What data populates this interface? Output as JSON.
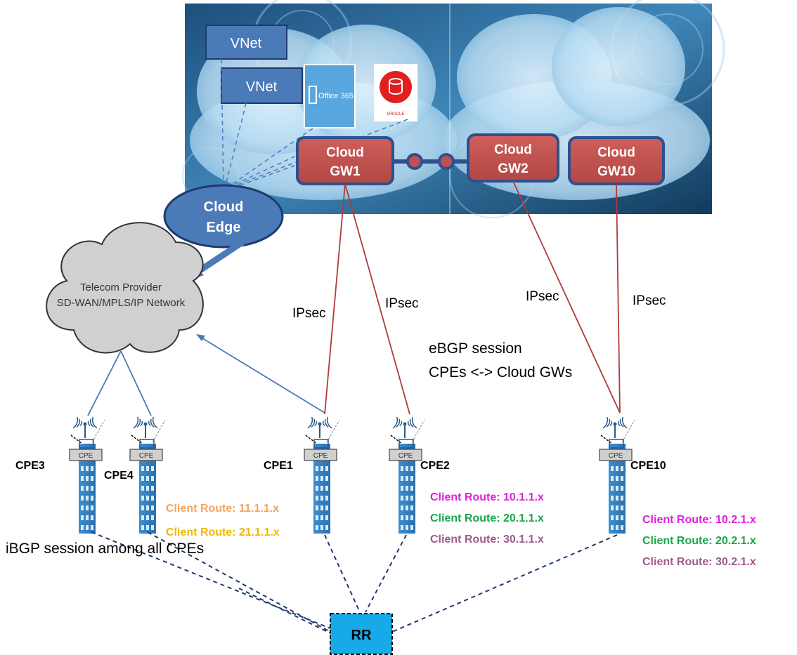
{
  "cloud_panel": {
    "vnet_1": "VNet",
    "vnet_2": "VNet",
    "office_logo_text": "Office 365",
    "oracle_logo_text": "ORACLE"
  },
  "gateways": [
    {
      "line1": "Cloud",
      "line2": "GW1"
    },
    {
      "line1": "Cloud",
      "line2": "GW2"
    },
    {
      "line1": "Cloud",
      "line2": "GW10"
    }
  ],
  "cloud_edge": {
    "line1": "Cloud",
    "line2": "Edge"
  },
  "provider": {
    "line1": "Telecom Provider",
    "line2": "SD-WAN/MPLS/IP Network"
  },
  "ipsec_labels": [
    "IPsec",
    "IPsec",
    "IPsec",
    "IPsec"
  ],
  "ebgp": {
    "line1": "eBGP session",
    "line2": "CPEs <-> Cloud GWs"
  },
  "cpe_badge": "CPE",
  "cpes": [
    {
      "id": "cpe3",
      "name": "CPE3"
    },
    {
      "id": "cpe4",
      "name": "CPE4"
    },
    {
      "id": "cpe1",
      "name": "CPE1"
    },
    {
      "id": "cpe2",
      "name": "CPE2"
    },
    {
      "id": "cpe10",
      "name": "CPE10"
    }
  ],
  "routes": {
    "cpe1": [
      {
        "text": "Client Route: 11.1.1.x",
        "color": "#f4a460"
      },
      {
        "text": "Client Route: 21.1.1.x",
        "color": "#f2b800"
      }
    ],
    "cpe2": [
      {
        "text": "Client Route: 10.1.1.x",
        "color": "#e020e0"
      },
      {
        "text": "Client Route: 20.1.1.x",
        "color": "#1aa64a"
      },
      {
        "text": "Client Route: 30.1.1.x",
        "color": "#a05a8a"
      }
    ],
    "cpe10": [
      {
        "text": "Client Route: 10.2.1.x",
        "color": "#e020e0"
      },
      {
        "text": "Client Route: 20.2.1.x",
        "color": "#1aa64a"
      },
      {
        "text": "Client Route: 30.2.1.x",
        "color": "#a05a8a"
      }
    ]
  },
  "ibgp_label": "iBGP session among all CPEs",
  "rr_label": "RR",
  "colors": {
    "gateway_fill": "#c0504d",
    "gateway_stroke": "#2f4f8f",
    "vnet_fill": "#4a7ab8",
    "ipsec_line": "#b03a3a",
    "network_line": "#4a7ab8",
    "ibgp_line": "#1f3a6e",
    "rr_fill": "#17a9e8"
  }
}
